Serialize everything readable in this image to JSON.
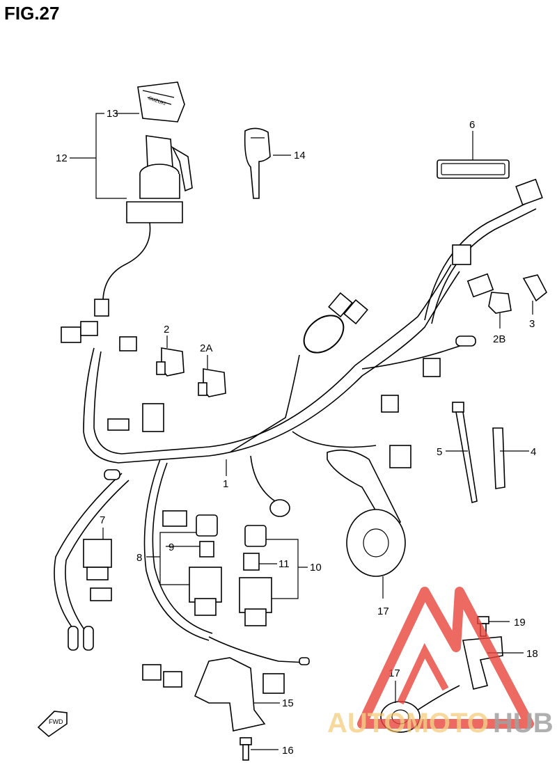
{
  "figure": {
    "title": "FIG.27"
  },
  "parts": [
    {
      "key": "p1",
      "label": "1"
    },
    {
      "key": "p2",
      "label": "2"
    },
    {
      "key": "p2a",
      "label": "2A"
    },
    {
      "key": "p2b",
      "label": "2B"
    },
    {
      "key": "p3",
      "label": "3"
    },
    {
      "key": "p4",
      "label": "4"
    },
    {
      "key": "p5",
      "label": "5"
    },
    {
      "key": "p6",
      "label": "6"
    },
    {
      "key": "p7",
      "label": "7"
    },
    {
      "key": "p8",
      "label": "8"
    },
    {
      "key": "p9",
      "label": "9"
    },
    {
      "key": "p10",
      "label": "10"
    },
    {
      "key": "p11",
      "label": "11"
    },
    {
      "key": "p12",
      "label": "12"
    },
    {
      "key": "p13",
      "label": "13"
    },
    {
      "key": "p14",
      "label": "14"
    },
    {
      "key": "p15",
      "label": "15"
    },
    {
      "key": "p16",
      "label": "16"
    },
    {
      "key": "p17",
      "label": "17"
    },
    {
      "key": "p17b",
      "label": "17"
    },
    {
      "key": "p18",
      "label": "18"
    },
    {
      "key": "p19",
      "label": "19"
    }
  ],
  "fwd_label": "FWD",
  "key_cap_text": "SUZUKI",
  "watermark": {
    "part1": "AUTOMOTO",
    "part2": "HUB",
    "accent_color": "#e8453c",
    "gold_color": "#f4c56a"
  }
}
